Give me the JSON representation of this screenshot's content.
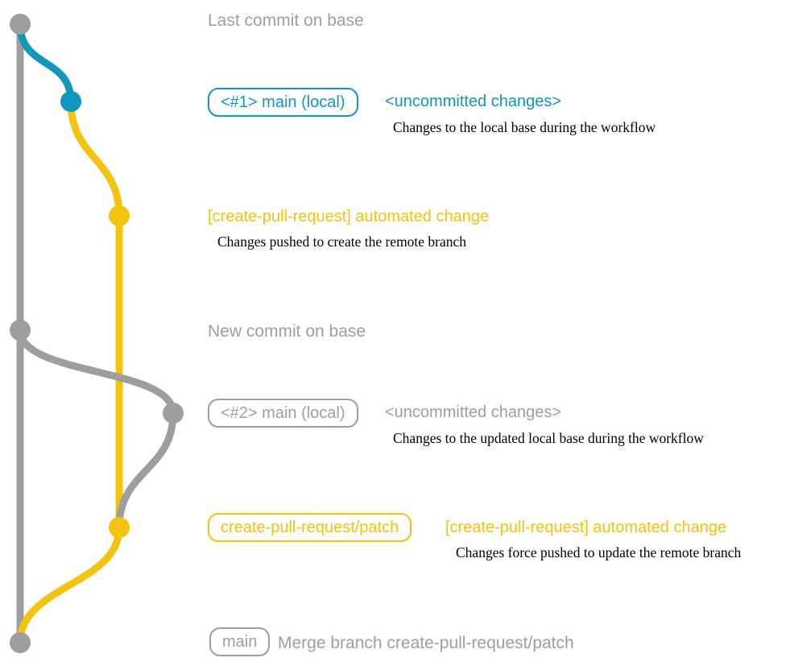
{
  "colors": {
    "gray": "#9e9e9e",
    "blue": "#1297ba",
    "yellow": "#f2c30f",
    "desc": "#000000",
    "background": "#ffffff"
  },
  "diagram": {
    "rows": {
      "last_commit": {
        "label": "Last commit on base"
      },
      "local_main_1": {
        "badge": "<#1> main (local)",
        "status": "<uncommitted changes>",
        "description": "Changes to the local base during the workflow"
      },
      "automated_change_1": {
        "label": "[create-pull-request] automated change",
        "description": "Changes pushed to create the remote branch"
      },
      "new_commit": {
        "label": "New commit on base"
      },
      "local_main_2": {
        "badge": "<#2> main (local)",
        "status": "<uncommitted changes>",
        "description": "Changes to the updated local base during the workflow"
      },
      "automated_change_2": {
        "badge": "create-pull-request/patch",
        "label": "[create-pull-request] automated change",
        "description": "Changes force pushed to update the remote branch"
      },
      "merge": {
        "badge": "main",
        "label": "Merge branch create-pull-request/patch"
      }
    }
  }
}
